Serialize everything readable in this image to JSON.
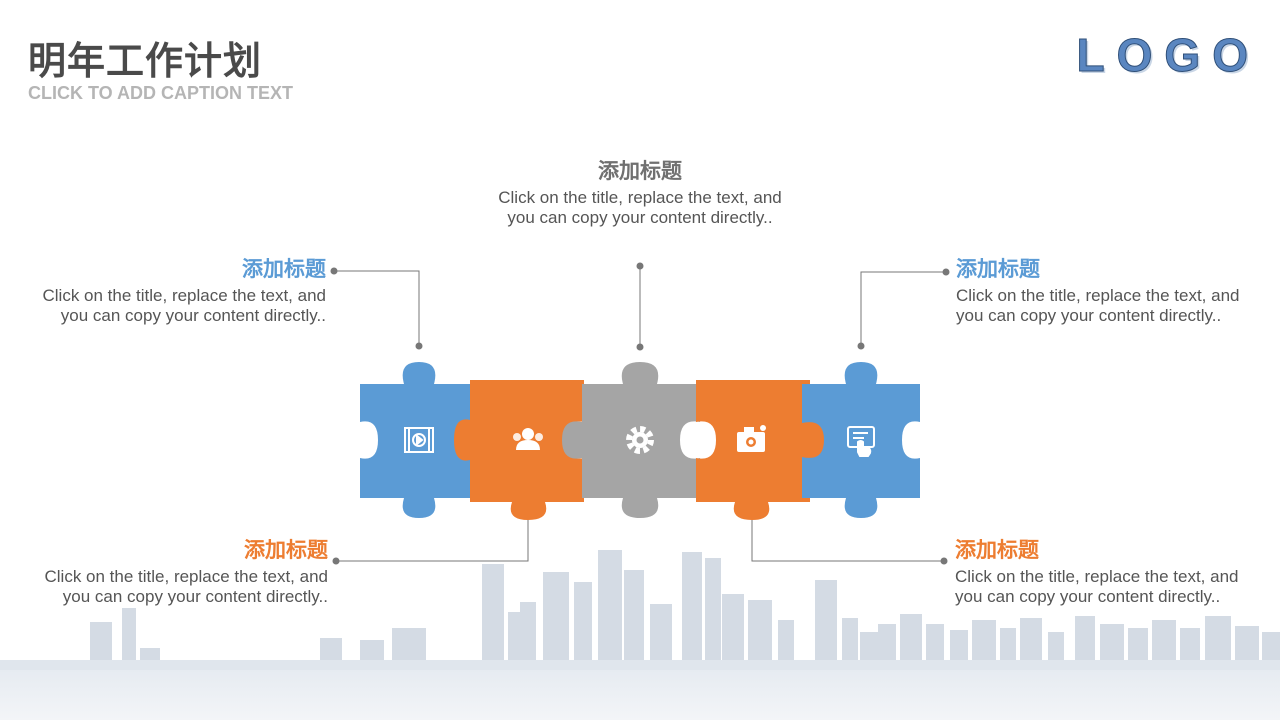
{
  "header": {
    "title": "明年工作计划",
    "caption": "CLICK TO ADD CAPTION TEXT",
    "logo": "LOGO"
  },
  "colors": {
    "blue": "#5b9bd5",
    "orange": "#ed7d31",
    "gray": "#a5a5a5",
    "connector": "#777777"
  },
  "blocks": {
    "top": {
      "title": "添加标题",
      "body": "Click on the title, replace the text, and you can copy your content directly.."
    },
    "upper_left": {
      "title": "添加标题",
      "body": "Click on the title, replace the text, and you can copy your content directly.."
    },
    "upper_right": {
      "title": "添加标题",
      "body": "Click on the title, replace the text, and you can copy your content directly.."
    },
    "lower_left": {
      "title": "添加标题",
      "body": "Click on the title, replace the text, and you can copy your content directly.."
    },
    "lower_right": {
      "title": "添加标题",
      "body": "Click on the title, replace the text, and you can copy your content directly.."
    }
  },
  "puzzle_pieces": [
    {
      "color": "blue",
      "icon": "video-icon"
    },
    {
      "color": "orange",
      "icon": "team-icon"
    },
    {
      "color": "gray",
      "icon": "gear-icon"
    },
    {
      "color": "orange",
      "icon": "camera-icon"
    },
    {
      "color": "blue",
      "icon": "tablet-touch-icon"
    }
  ],
  "background": {
    "image": "city-skyline"
  }
}
